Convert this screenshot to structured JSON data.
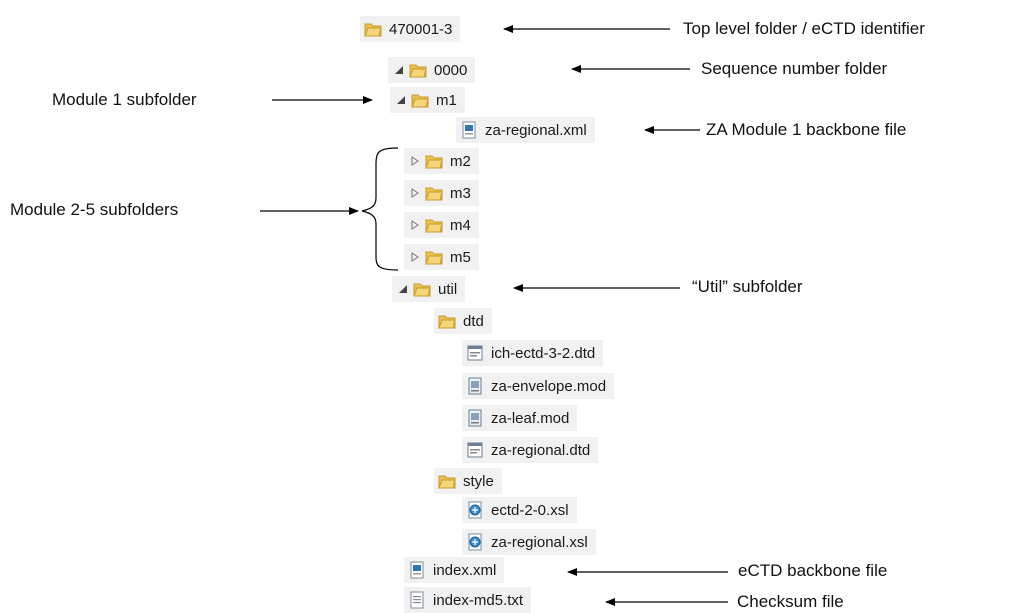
{
  "tree": {
    "root": "470001-3",
    "sequence": "0000",
    "m1": "m1",
    "za_regional_xml": "za-regional.xml",
    "m2": "m2",
    "m3": "m3",
    "m4": "m4",
    "m5": "m5",
    "util": "util",
    "dtd": "dtd",
    "ich_dtd": "ich-ectd-3-2.dtd",
    "za_envelope": "za-envelope.mod",
    "za_leaf": "za-leaf.mod",
    "za_regional_dtd": "za-regional.dtd",
    "style": "style",
    "ectd_xsl": "ectd-2-0.xsl",
    "za_regional_xsl": "za-regional.xsl",
    "index_xml": "index.xml",
    "index_md5": "index-md5.txt"
  },
  "annotations": {
    "top_level": "Top level folder / eCTD identifier",
    "sequence": "Sequence number folder",
    "module1": "Module 1 subfolder",
    "za_backbone": "ZA Module 1 backbone file",
    "modules25": "Module 2-5 subfolders",
    "util": "“Util” subfolder",
    "ectd_backbone": "eCTD backbone file",
    "checksum": "Checksum file"
  },
  "colors": {
    "folder": "#e8c252",
    "folder_dark": "#c99a26",
    "row_bg": "#f1f1f1",
    "arrow": "#000000"
  },
  "icons": {
    "folder": "folder-icon",
    "xml_file": "xml-file-icon",
    "dtd_file": "dtd-file-icon",
    "mod_file": "mod-file-icon",
    "xsl_file": "xsl-file-icon",
    "txt_file": "text-file-icon",
    "expanded": "expanded-triangle-icon",
    "collapsed": "collapsed-triangle-icon"
  }
}
